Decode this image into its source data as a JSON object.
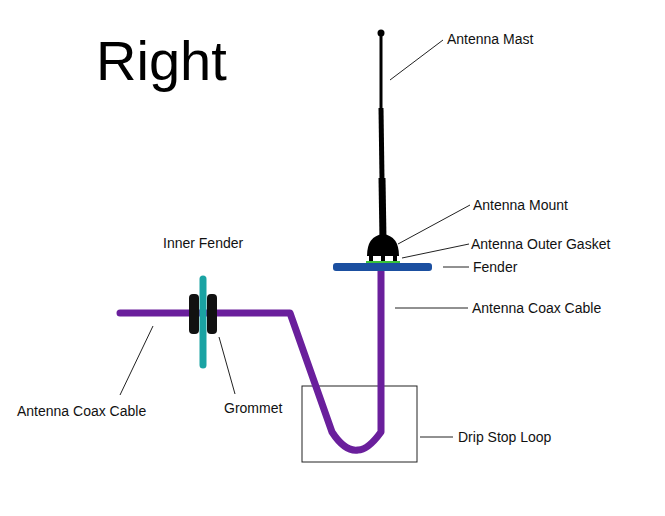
{
  "diagram": {
    "title": "Right",
    "labels": [
      "Antenna Mast",
      "Antenna Mount",
      "Antenna Outer Gasket",
      "Fender",
      "Antenna Coax Cable",
      "Inner Fender",
      "Antenna Coax Cable",
      "Grommet",
      "Drip Stop Loop"
    ]
  }
}
